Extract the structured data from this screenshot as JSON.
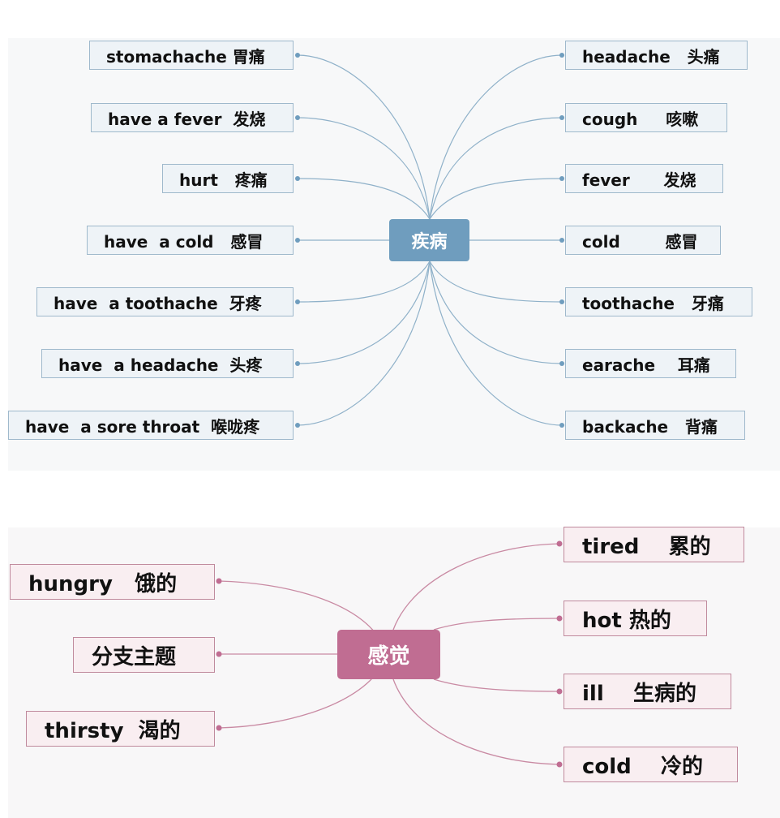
{
  "diagram1": {
    "center": "疾病",
    "left": [
      "stomachache 胃痛",
      "have a fever  发烧",
      "hurt   疼痛",
      "have  a cold   感冒",
      "have  a toothache  牙疼",
      "have  a headache  头疼",
      "have  a sore throat  喉咙疼"
    ],
    "right": [
      "headache   头痛",
      "cough     咳嗽",
      "fever      发烧",
      "cold        感冒",
      "toothache   牙痛",
      "earache    耳痛",
      "backache   背痛"
    ]
  },
  "diagram2": {
    "center": "感觉",
    "left": [
      "hungry   饿的",
      "分支主题",
      "thirsty  渴的"
    ],
    "right": [
      "tired    累的",
      "hot 热的",
      "ill    生病的",
      "cold    冷的"
    ]
  },
  "colors": {
    "diagram1_accent": "#6f9dbe",
    "diagram1_line": "#8fb1c9",
    "diagram2_accent": "#c06d92",
    "diagram2_line": "#c98aa3"
  }
}
